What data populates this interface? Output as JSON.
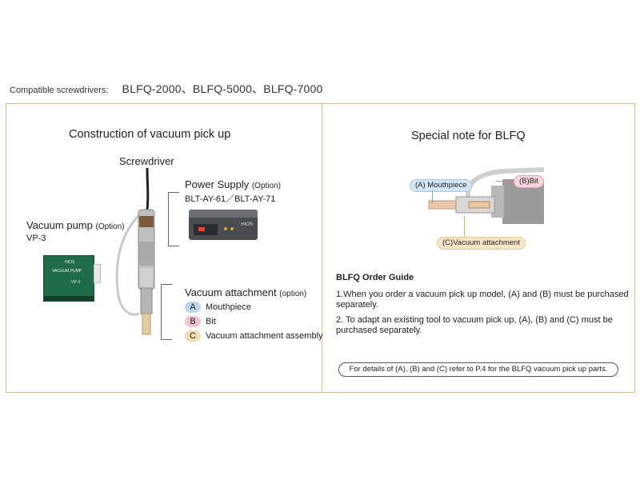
{
  "header": {
    "compat_label": "Compatible screwdrivers:",
    "compat_models": "BLFQ-2000、BLFQ-5000、BLFQ-7000"
  },
  "left_panel": {
    "title": "Construction of vacuum pick up",
    "screwdriver_label": "Screwdriver",
    "power_supply": {
      "label": "Power Supply",
      "option": "(Option)",
      "models": "BLT-AY-61／BLT-AY-71"
    },
    "vacuum_pump": {
      "label": "Vacuum pump",
      "option": "(Option)",
      "model": "VP-3"
    },
    "pump_device": {
      "brand": "HIOS",
      "line1": "VACUUM PUMP",
      "model": "VP-3"
    },
    "power_device": {
      "brand": "HIOS"
    },
    "vacuum_attachment": {
      "label": "Vacuum attachment",
      "option": "(option)",
      "items": [
        {
          "letter": "A",
          "text": "Mouthpiece",
          "color": "#bcd8ee"
        },
        {
          "letter": "B",
          "text": "Bit",
          "color": "#f0c4d0"
        },
        {
          "letter": "C",
          "text": "Vacuum attachment assembly",
          "color": "#f2ddb4"
        }
      ]
    }
  },
  "right_panel": {
    "title": "Special note for BLFQ",
    "callouts": {
      "a": "(A) Mouthpiece",
      "b": "(B)Bit",
      "c": "(C)Vacuum attachment"
    },
    "order_guide": {
      "title": "BLFQ Order Guide",
      "items": [
        "1.When you order a vacuum pick up model, (A) and (B) must be purchased separately.",
        "2. To adapt an existing tool to vacuum pick up, (A), (B) and (C) must be purchased separately."
      ]
    },
    "note": "For details of (A), (B) and (C) refer to P.4 for the BLFQ vacuum pick up parts."
  },
  "colors": {
    "border": "#d8c08a",
    "tag_a": "#bcd8ee",
    "tag_b": "#f0c4d0",
    "tag_c": "#f2ddb4"
  }
}
